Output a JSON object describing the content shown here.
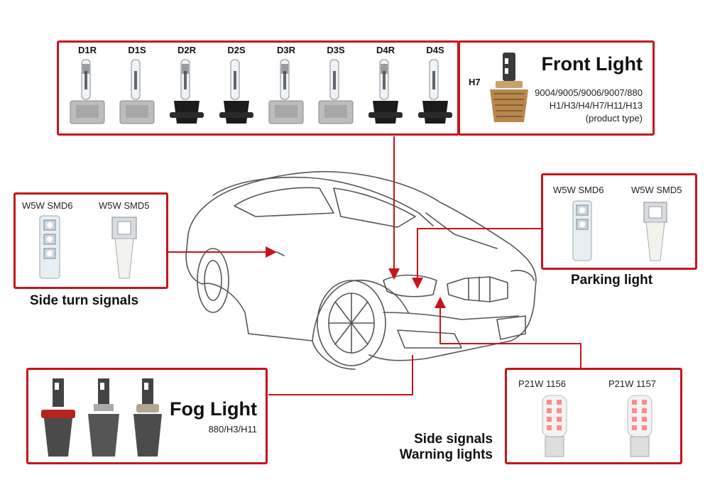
{
  "hid": {
    "bulbs": [
      "D1R",
      "D1S",
      "D2R",
      "D2S",
      "D3R",
      "D3S",
      "D4R",
      "D4S"
    ]
  },
  "front": {
    "title": "Front Light",
    "h7_label": "H7",
    "types_line1": "9004/9005/9006/9007/880",
    "types_line2": "H1/H3/H4/H7/H11/H13",
    "note": "(product type)"
  },
  "side_turn": {
    "item1": "W5W SMD6",
    "item2": "W5W SMD5",
    "caption": "Side turn signals"
  },
  "parking": {
    "item1": "W5W SMD6",
    "item2": "W5W SMD5",
    "caption": "Parking light"
  },
  "fog": {
    "title": "Fog Light",
    "types": "880/H3/H11"
  },
  "warning": {
    "item1": "P21W 1156",
    "item2": "P21W 1157",
    "caption_line1": "Side signals",
    "caption_line2": "Warning lights"
  },
  "colors": {
    "accent": "#c8141c",
    "sketch": "#555555"
  }
}
